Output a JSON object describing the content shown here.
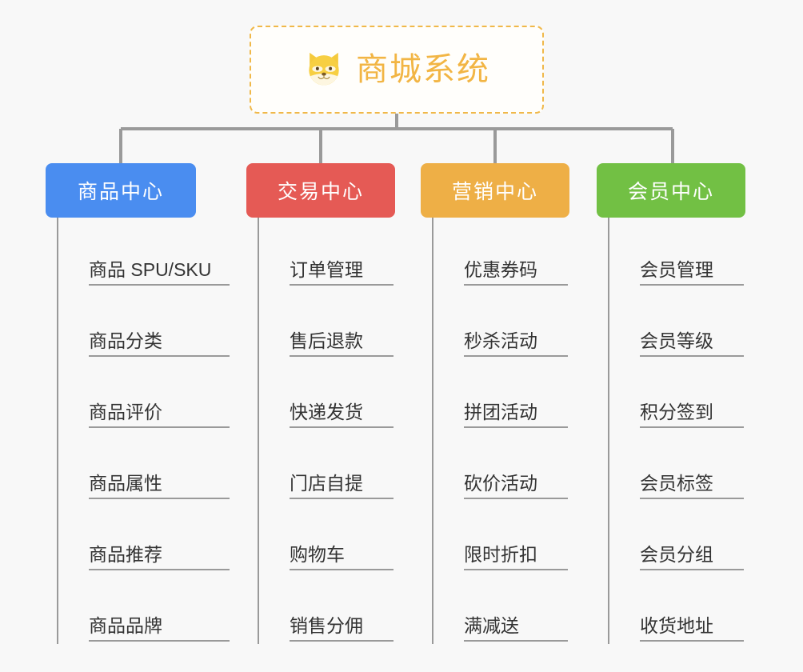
{
  "page": {
    "background_color": "#f8f8f8",
    "diagram_type": "organization-tree"
  },
  "root": {
    "icon": "shiba-dog-emoji",
    "title": "商城系统",
    "border_color": "#f0b849",
    "text_color": "#f2b544",
    "background_color": "#fffefb"
  },
  "branches": [
    {
      "id": "products",
      "label": "商品中心",
      "color": "#4a8df0",
      "items": [
        "商品 SPU/SKU",
        "商品分类",
        "商品评价",
        "商品属性",
        "商品推荐",
        "商品品牌"
      ]
    },
    {
      "id": "trade",
      "label": "交易中心",
      "color": "#e55a55",
      "items": [
        "订单管理",
        "售后退款",
        "快递发货",
        "门店自提",
        "购物车",
        "销售分佣"
      ]
    },
    {
      "id": "marketing",
      "label": "营销中心",
      "color": "#eeaf46",
      "items": [
        "优惠券码",
        "秒杀活动",
        "拼团活动",
        "砍价活动",
        "限时折扣",
        "满减送"
      ]
    },
    {
      "id": "member",
      "label": "会员中心",
      "color": "#72c044",
      "items": [
        "会员管理",
        "会员等级",
        "积分签到",
        "会员标签",
        "会员分组",
        "收货地址"
      ]
    }
  ],
  "connector": {
    "color": "#9a9a9a"
  }
}
